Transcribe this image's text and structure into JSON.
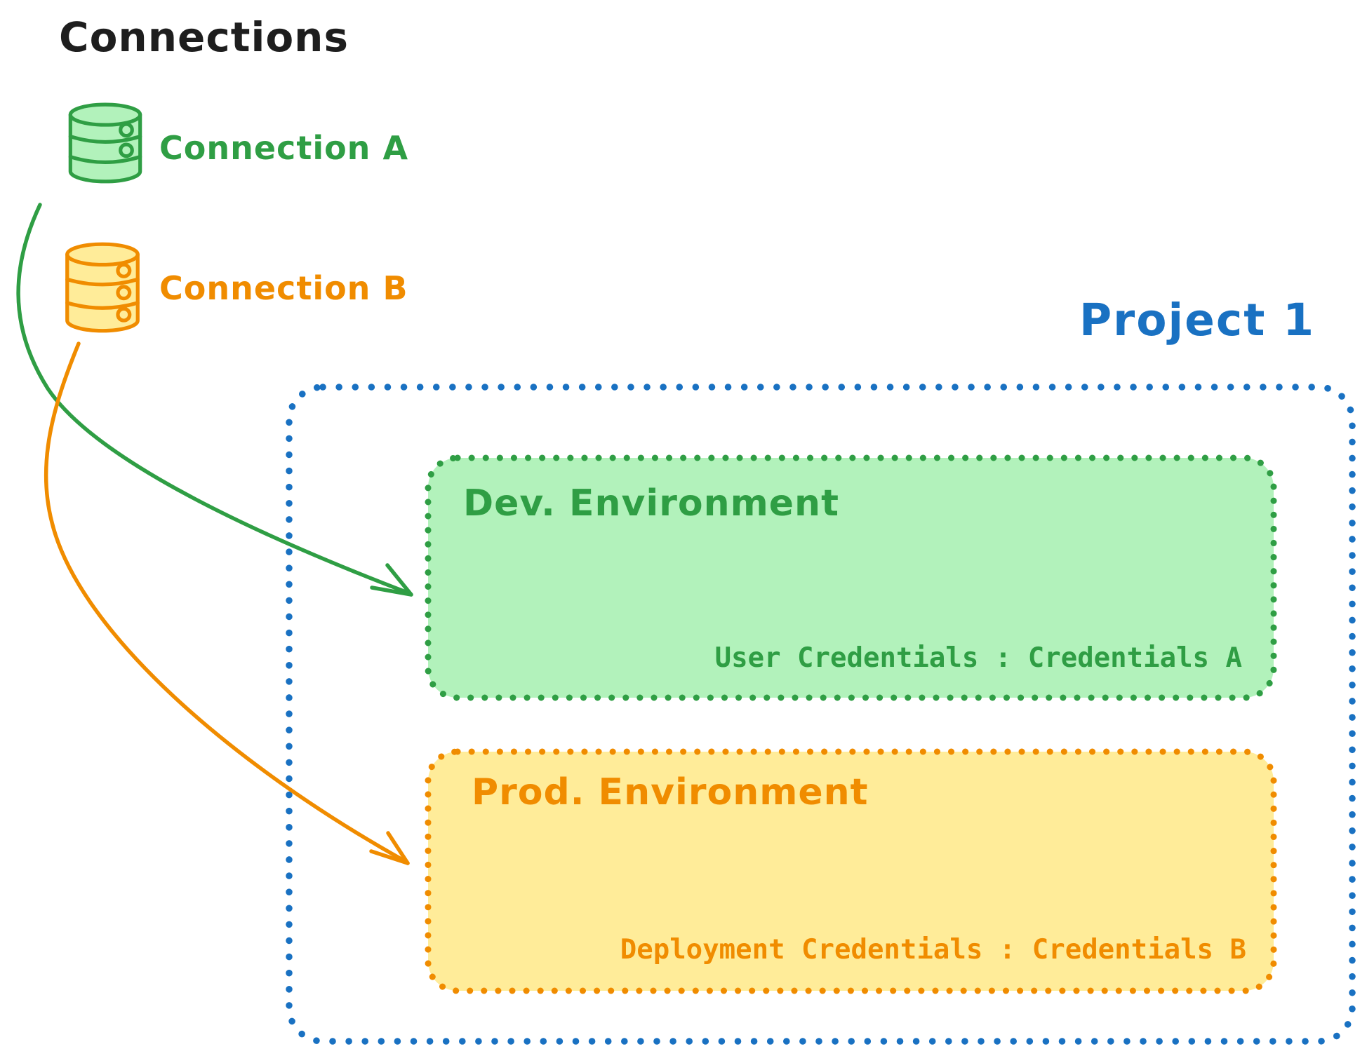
{
  "title": "Connections",
  "connections": [
    {
      "label": "Connection A",
      "icon": "database-icon",
      "color": "#2f9e44",
      "fill": "#b2f2bb"
    },
    {
      "label": "Connection B",
      "icon": "database-icon",
      "color": "#f08c00",
      "fill": "#ffec99"
    }
  ],
  "project": {
    "title": "Project 1",
    "border_color": "#1971c2",
    "environments": [
      {
        "name": "Dev. Environment",
        "credentials": "User Credentials : Credentials A",
        "color": "#2f9e44",
        "fill": "#b2f2bb"
      },
      {
        "name": "Prod. Environment",
        "credentials": "Deployment Credentials : Credentials B",
        "color": "#f08c00",
        "fill": "#ffec99"
      }
    ]
  },
  "arrows": [
    {
      "from": "Connection A",
      "to": "Dev. Environment",
      "color": "#2f9e44"
    },
    {
      "from": "Connection B",
      "to": "Prod. Environment",
      "color": "#f08c00"
    }
  ],
  "colors": {
    "title_text": "#1e1e1e",
    "green": "#2f9e44",
    "green_fill": "#b2f2bb",
    "orange": "#f08c00",
    "orange_fill": "#ffec99",
    "blue": "#1971c2",
    "background": "#ffffff"
  }
}
